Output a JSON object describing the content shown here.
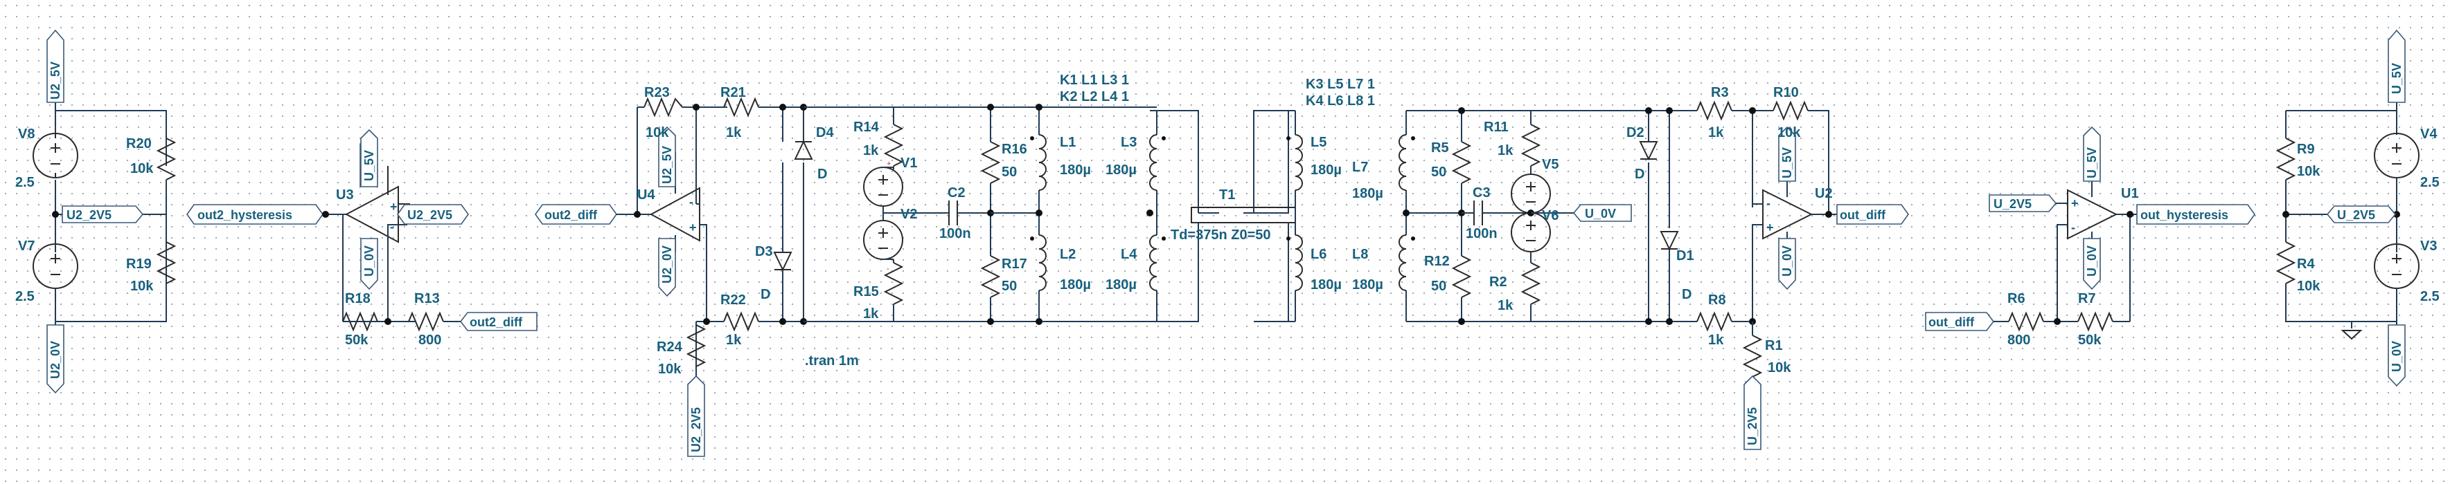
{
  "schematic": {
    "directives": {
      "coupling_left": [
        "K1 L1 L3 1",
        "K2 L2 L4 1"
      ],
      "coupling_right": [
        "K3 L5 L7 1",
        "K4 L6 L8 1"
      ],
      "tran": ".tran 1m"
    },
    "supplies_left": {
      "V8": {
        "name": "V8",
        "value": "2.5"
      },
      "V7": {
        "name": "V7",
        "value": "2.5"
      },
      "R20": {
        "name": "R20",
        "value": "10k"
      },
      "R19": {
        "name": "R19",
        "value": "10k"
      },
      "flag_top": "U2_5V",
      "flag_mid": "U2_2V5",
      "flag_bot": "U2_0V"
    },
    "comparator_left": {
      "U3": "U3",
      "vcc_flag": "U_5V",
      "vee_flag": "U_0V",
      "ref_flag": "U2_2V5",
      "out_flag": "out2_hysteresis",
      "R18": {
        "name": "R18",
        "value": "50k"
      },
      "R13": {
        "name": "R13",
        "value": "800"
      },
      "in_flag": "out2_diff"
    },
    "diffamp_left": {
      "U4": "U4",
      "in_flag": "out2_diff",
      "vcc_flag": "U2_5V",
      "vee_flag": "U2_0V",
      "R23": {
        "name": "R23",
        "value": "10k"
      },
      "R21": {
        "name": "R21",
        "value": "1k"
      },
      "R22": {
        "name": "R22",
        "value": "1k"
      },
      "R24": {
        "name": "R24",
        "value": "10k"
      },
      "ref_flag": "U2_2V5",
      "D3": {
        "name": "D3",
        "value": "D"
      },
      "D4": {
        "name": "D4",
        "value": "D"
      }
    },
    "driver_left": {
      "R14": {
        "name": "R14",
        "value": "1k"
      },
      "R15": {
        "name": "R15",
        "value": "1k"
      },
      "V1": "V1",
      "V2": "V2",
      "C2": {
        "name": "C2",
        "value": "100n"
      },
      "R16": {
        "name": "R16",
        "value": "50"
      },
      "R17": {
        "name": "R17",
        "value": "50"
      },
      "L1": {
        "name": "L1",
        "value": "180µ"
      },
      "L2": {
        "name": "L2",
        "value": "180µ"
      },
      "L3": {
        "name": "L3",
        "value": "180µ"
      },
      "L4": {
        "name": "L4",
        "value": "180µ"
      }
    },
    "tline": {
      "T1": "T1",
      "params": "Td=375n Z0=50"
    },
    "driver_right": {
      "L5": {
        "name": "L5",
        "value": "180µ"
      },
      "L6": {
        "name": "L6",
        "value": "180µ"
      },
      "L7": {
        "name": "L7",
        "value": "180µ"
      },
      "L8": {
        "name": "L8",
        "value": "180µ"
      },
      "R5": {
        "name": "R5",
        "value": "50"
      },
      "R12": {
        "name": "R12",
        "value": "50"
      },
      "C3": {
        "name": "C3",
        "value": "100n"
      },
      "R11": {
        "name": "R11",
        "value": "1k"
      },
      "R2": {
        "name": "R2",
        "value": "1k"
      },
      "V5": "V5",
      "V6": "V6",
      "gnd_flag": "U_0V"
    },
    "diffamp_right": {
      "D2": {
        "name": "D2",
        "value": "D"
      },
      "D1": {
        "name": "D1",
        "value": "D"
      },
      "R3": {
        "name": "R3",
        "value": "1k"
      },
      "R10": {
        "name": "R10",
        "value": "10k"
      },
      "R8": {
        "name": "R8",
        "value": "1k"
      },
      "R1": {
        "name": "R1",
        "value": "10k"
      },
      "U2": "U2",
      "vcc_flag": "U_5V",
      "vee_flag": "U_0V",
      "out_flag": "out_diff",
      "ref_flag": "U_2V5"
    },
    "comparator_right": {
      "U1": "U1",
      "ref_flag": "U_2V5",
      "vcc_flag": "U_5V",
      "vee_flag": "U_0V",
      "out_flag": "out_hysteresis",
      "in_flag": "out_diff",
      "R6": {
        "name": "R6",
        "value": "800"
      },
      "R7": {
        "name": "R7",
        "value": "50k"
      }
    },
    "supplies_right": {
      "R9": {
        "name": "R9",
        "value": "10k"
      },
      "R4": {
        "name": "R4",
        "value": "10k"
      },
      "V4": {
        "name": "V4",
        "value": "2.5"
      },
      "V3": {
        "name": "V3",
        "value": "2.5"
      },
      "flag_top": "U_5V",
      "flag_mid": "U_2V5",
      "flag_bot": "U_0V"
    },
    "source_marks": {
      "plus": "+",
      "minus": "-",
      "v1": "V1",
      "v2": "V2"
    }
  }
}
